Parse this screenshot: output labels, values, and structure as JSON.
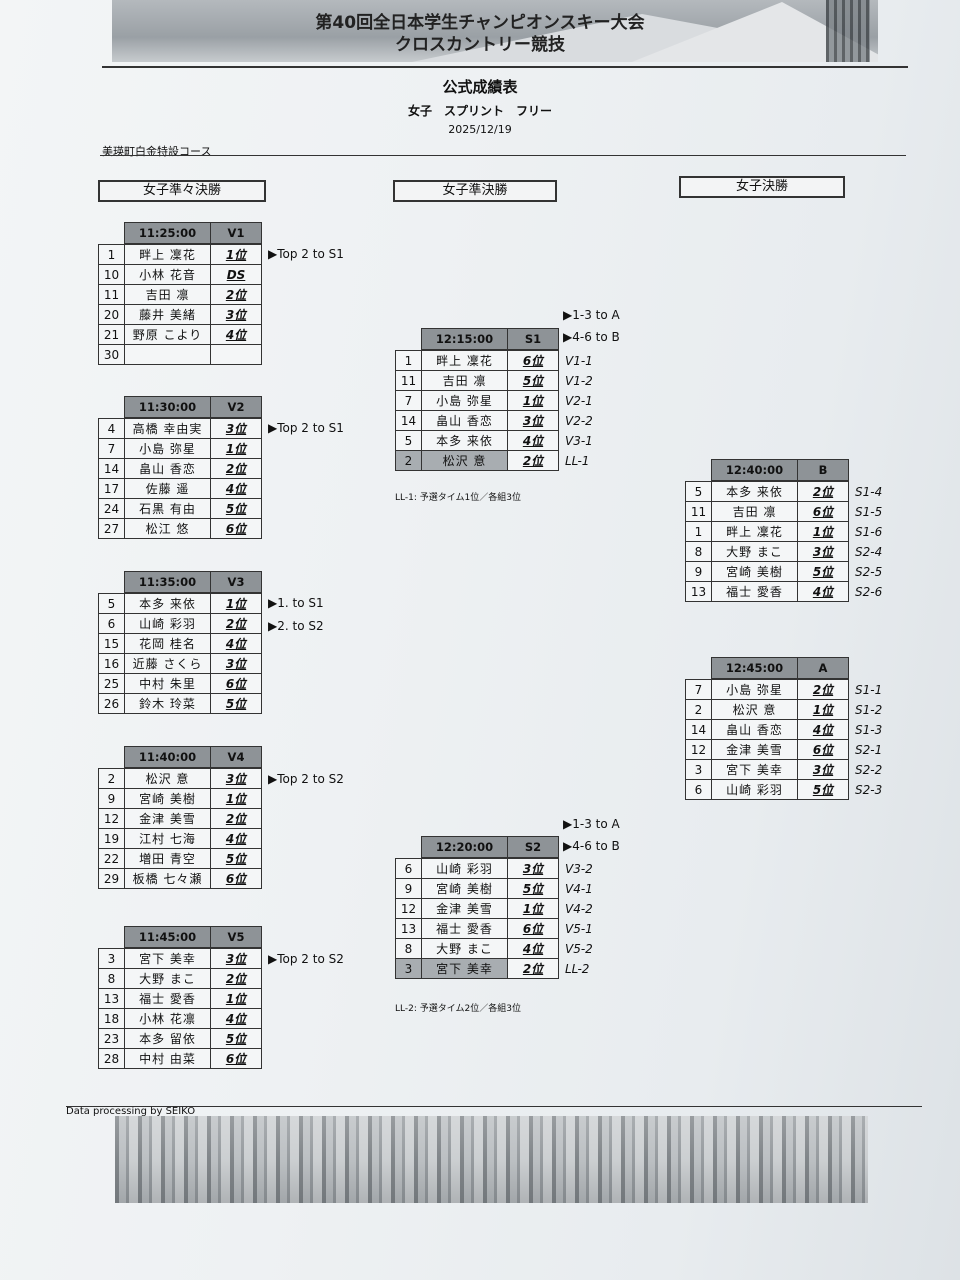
{
  "event": {
    "title_line1": "第40回全日本学生チャンピオンスキー大会",
    "title_line2": "クロスカントリー競技"
  },
  "results": {
    "heading": "公式成績表",
    "event_name": "女子　スプリント　フリー",
    "date": "2025/12/19",
    "venue": "美瑛町白金特設コース"
  },
  "rounds": {
    "quarterfinal": "女子準々決勝",
    "semifinal": "女子準決勝",
    "final": "女子決勝"
  },
  "quarterfinals": [
    {
      "time": "11:25:00",
      "heat": "V1",
      "advance": [
        "▶Top 2 to S1"
      ],
      "rows": [
        {
          "bib": "1",
          "name": "畔上 凜花",
          "rank": "1位"
        },
        {
          "bib": "10",
          "name": "小林 花音",
          "rank": "DS"
        },
        {
          "bib": "11",
          "name": "吉田 凛",
          "rank": "2位"
        },
        {
          "bib": "20",
          "name": "藤井 美緒",
          "rank": "3位"
        },
        {
          "bib": "21",
          "name": "野原 こより",
          "rank": "4位"
        },
        {
          "bib": "30",
          "name": "",
          "rank": ""
        }
      ]
    },
    {
      "time": "11:30:00",
      "heat": "V2",
      "advance": [
        "▶Top 2 to S1"
      ],
      "rows": [
        {
          "bib": "4",
          "name": "高橋 幸由実",
          "rank": "3位"
        },
        {
          "bib": "7",
          "name": "小島 弥星",
          "rank": "1位"
        },
        {
          "bib": "14",
          "name": "畠山 香恋",
          "rank": "2位"
        },
        {
          "bib": "17",
          "name": "佐藤 遥",
          "rank": "4位"
        },
        {
          "bib": "24",
          "name": "石黒 有由",
          "rank": "5位"
        },
        {
          "bib": "27",
          "name": "松江 悠",
          "rank": "6位"
        }
      ]
    },
    {
      "time": "11:35:00",
      "heat": "V3",
      "advance": [
        "▶1. to S1",
        "▶2. to S2"
      ],
      "rows": [
        {
          "bib": "5",
          "name": "本多 来依",
          "rank": "1位"
        },
        {
          "bib": "6",
          "name": "山崎 彩羽",
          "rank": "2位"
        },
        {
          "bib": "15",
          "name": "花岡 桂名",
          "rank": "4位"
        },
        {
          "bib": "16",
          "name": "近藤 さくら",
          "rank": "3位"
        },
        {
          "bib": "25",
          "name": "中村 朱里",
          "rank": "6位"
        },
        {
          "bib": "26",
          "name": "鈴木 玲菜",
          "rank": "5位"
        }
      ]
    },
    {
      "time": "11:40:00",
      "heat": "V4",
      "advance": [
        "▶Top 2 to S2"
      ],
      "rows": [
        {
          "bib": "2",
          "name": "松沢 意",
          "rank": "3位"
        },
        {
          "bib": "9",
          "name": "宮崎 美樹",
          "rank": "1位"
        },
        {
          "bib": "12",
          "name": "金津 美雪",
          "rank": "2位"
        },
        {
          "bib": "19",
          "name": "江村 七海",
          "rank": "4位"
        },
        {
          "bib": "22",
          "name": "増田 青空",
          "rank": "5位"
        },
        {
          "bib": "29",
          "name": "板橋 七々瀬",
          "rank": "6位"
        }
      ]
    },
    {
      "time": "11:45:00",
      "heat": "V5",
      "advance": [
        "▶Top 2 to S2"
      ],
      "rows": [
        {
          "bib": "3",
          "name": "宮下 美幸",
          "rank": "3位"
        },
        {
          "bib": "8",
          "name": "大野 まこ",
          "rank": "2位"
        },
        {
          "bib": "13",
          "name": "福士 愛香",
          "rank": "1位"
        },
        {
          "bib": "18",
          "name": "小林 花凛",
          "rank": "4位"
        },
        {
          "bib": "23",
          "name": "本多 留依",
          "rank": "5位"
        },
        {
          "bib": "28",
          "name": "中村 由菜",
          "rank": "6位"
        }
      ]
    }
  ],
  "semifinals": [
    {
      "time": "12:15:00",
      "heat": "S1",
      "advance": [
        "▶1-3 to A",
        "▶4-6 to B"
      ],
      "footnote": "LL-1: 予選タイム1位／各組3位",
      "rows": [
        {
          "bib": "1",
          "name": "畔上 凜花",
          "rank": "6位",
          "from": "V1-1"
        },
        {
          "bib": "11",
          "name": "吉田 凛",
          "rank": "5位",
          "from": "V1-2"
        },
        {
          "bib": "7",
          "name": "小島 弥星",
          "rank": "1位",
          "from": "V2-1"
        },
        {
          "bib": "14",
          "name": "畠山 香恋",
          "rank": "3位",
          "from": "V2-2"
        },
        {
          "bib": "5",
          "name": "本多 来依",
          "rank": "4位",
          "from": "V3-1"
        },
        {
          "bib": "2",
          "name": "松沢 意",
          "rank": "2位",
          "from": "LL-1",
          "ll": true
        }
      ]
    },
    {
      "time": "12:20:00",
      "heat": "S2",
      "advance": [
        "▶1-3 to A",
        "▶4-6 to B"
      ],
      "footnote": "LL-2: 予選タイム2位／各組3位",
      "rows": [
        {
          "bib": "6",
          "name": "山崎 彩羽",
          "rank": "3位",
          "from": "V3-2"
        },
        {
          "bib": "9",
          "name": "宮崎 美樹",
          "rank": "5位",
          "from": "V4-1"
        },
        {
          "bib": "12",
          "name": "金津 美雪",
          "rank": "1位",
          "from": "V4-2"
        },
        {
          "bib": "13",
          "name": "福士 愛香",
          "rank": "6位",
          "from": "V5-1"
        },
        {
          "bib": "8",
          "name": "大野 まこ",
          "rank": "4位",
          "from": "V5-2"
        },
        {
          "bib": "3",
          "name": "宮下 美幸",
          "rank": "2位",
          "from": "LL-2",
          "ll": true
        }
      ]
    }
  ],
  "finals": [
    {
      "time": "12:40:00",
      "heat": "B",
      "rows": [
        {
          "bib": "5",
          "name": "本多 来依",
          "rank": "2位",
          "from": "S1-4"
        },
        {
          "bib": "11",
          "name": "吉田 凛",
          "rank": "6位",
          "from": "S1-5"
        },
        {
          "bib": "1",
          "name": "畔上 凜花",
          "rank": "1位",
          "from": "S1-6"
        },
        {
          "bib": "8",
          "name": "大野 まこ",
          "rank": "3位",
          "from": "S2-4"
        },
        {
          "bib": "9",
          "name": "宮崎 美樹",
          "rank": "5位",
          "from": "S2-5"
        },
        {
          "bib": "13",
          "name": "福士 愛香",
          "rank": "4位",
          "from": "S2-6"
        }
      ]
    },
    {
      "time": "12:45:00",
      "heat": "A",
      "rows": [
        {
          "bib": "7",
          "name": "小島 弥星",
          "rank": "2位",
          "from": "S1-1"
        },
        {
          "bib": "2",
          "name": "松沢 意",
          "rank": "1位",
          "from": "S1-2"
        },
        {
          "bib": "14",
          "name": "畠山 香恋",
          "rank": "4位",
          "from": "S1-3"
        },
        {
          "bib": "12",
          "name": "金津 美雪",
          "rank": "6位",
          "from": "S2-1"
        },
        {
          "bib": "3",
          "name": "宮下 美幸",
          "rank": "3位",
          "from": "S2-2"
        },
        {
          "bib": "6",
          "name": "山崎 彩羽",
          "rank": "5位",
          "from": "S2-3"
        }
      ]
    }
  ],
  "footer": {
    "data_processing": "Data processing by SEIKO"
  }
}
